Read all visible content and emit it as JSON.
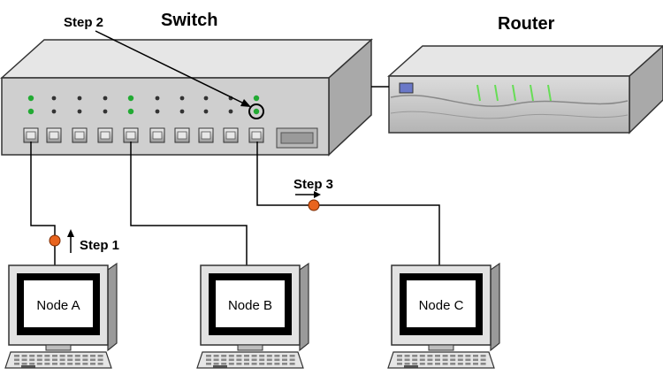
{
  "diagram": {
    "labels": {
      "switch": "Switch",
      "router": "Router",
      "step1": "Step 1",
      "step2": "Step 2",
      "step3": "Step 3"
    },
    "nodes": [
      {
        "id": "a",
        "label": "Node A"
      },
      {
        "id": "b",
        "label": "Node B"
      },
      {
        "id": "c",
        "label": "Node C"
      }
    ],
    "colors": {
      "device_top": "#e6e6e6",
      "device_front": "#cfcfcf",
      "device_side": "#a9a9a9",
      "led_green": "#22aa33",
      "packet_orange": "#e8641e",
      "router_light": "#66dd55",
      "router_window": "#6a78c8"
    }
  }
}
